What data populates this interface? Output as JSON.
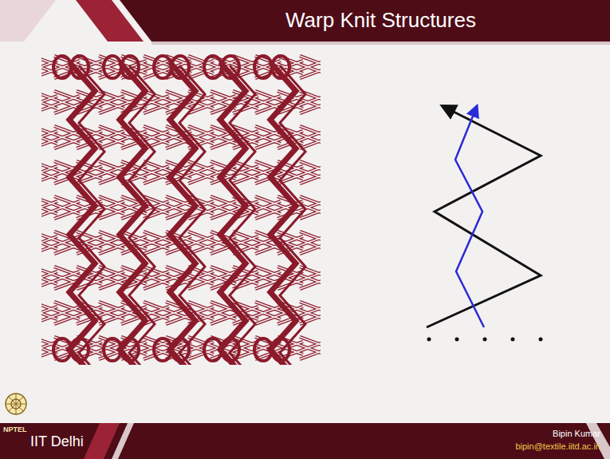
{
  "diagram": {
    "title": "Warp Knit Structures",
    "labels": [
      "NPTEL",
      "IIT Delhi",
      "Bipin Kumar",
      "bipin@textile.iitd.ac.in"
    ]
  }
}
